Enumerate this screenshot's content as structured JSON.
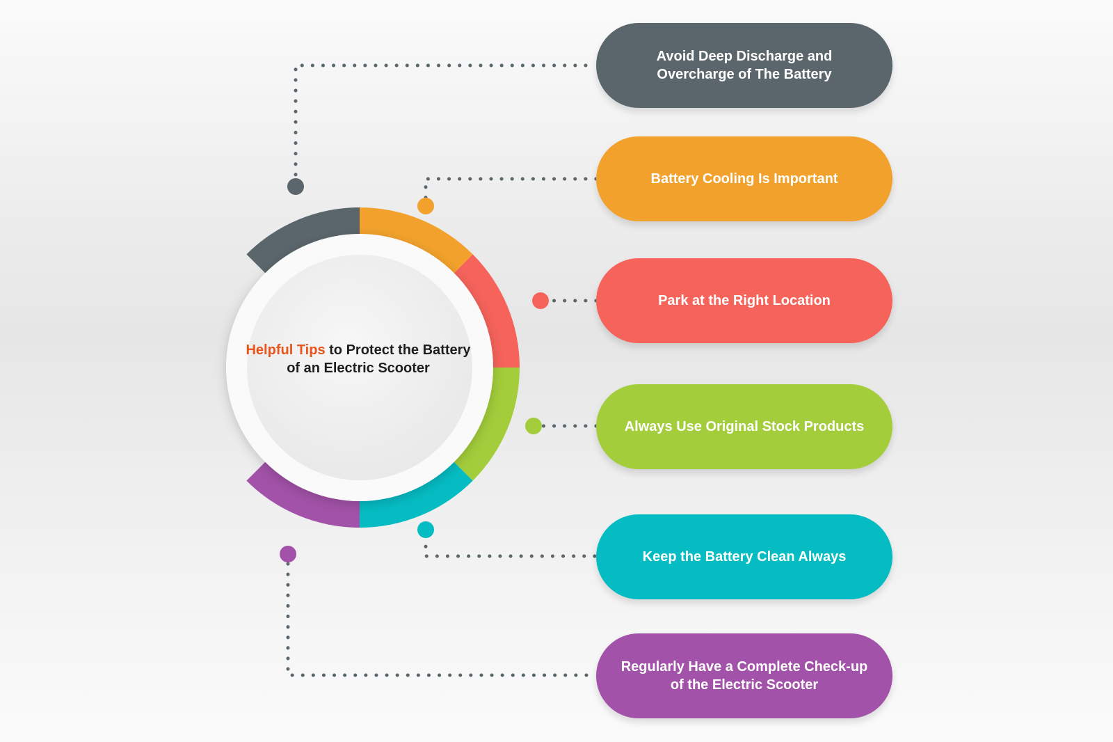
{
  "center": {
    "highlight": "Helpful Tips",
    "title_rest": " to Protect the Battery of an Electric Scooter",
    "highlight_color": "#e8541c"
  },
  "tips": [
    {
      "label": "Avoid Deep Discharge and Overcharge of The Battery",
      "color": "#5b666c"
    },
    {
      "label": "Battery Cooling Is Important",
      "color": "#f2a22c"
    },
    {
      "label": "Park at the Right Location",
      "color": "#f5635b"
    },
    {
      "label": "Always Use Original Stock Products",
      "color": "#a3cd3b"
    },
    {
      "label": "Keep the Battery Clean Always",
      "color": "#05bcc3"
    },
    {
      "label": "Regularly Have a Complete Check-up of the Electric Scooter",
      "color": "#a252a8"
    }
  ]
}
